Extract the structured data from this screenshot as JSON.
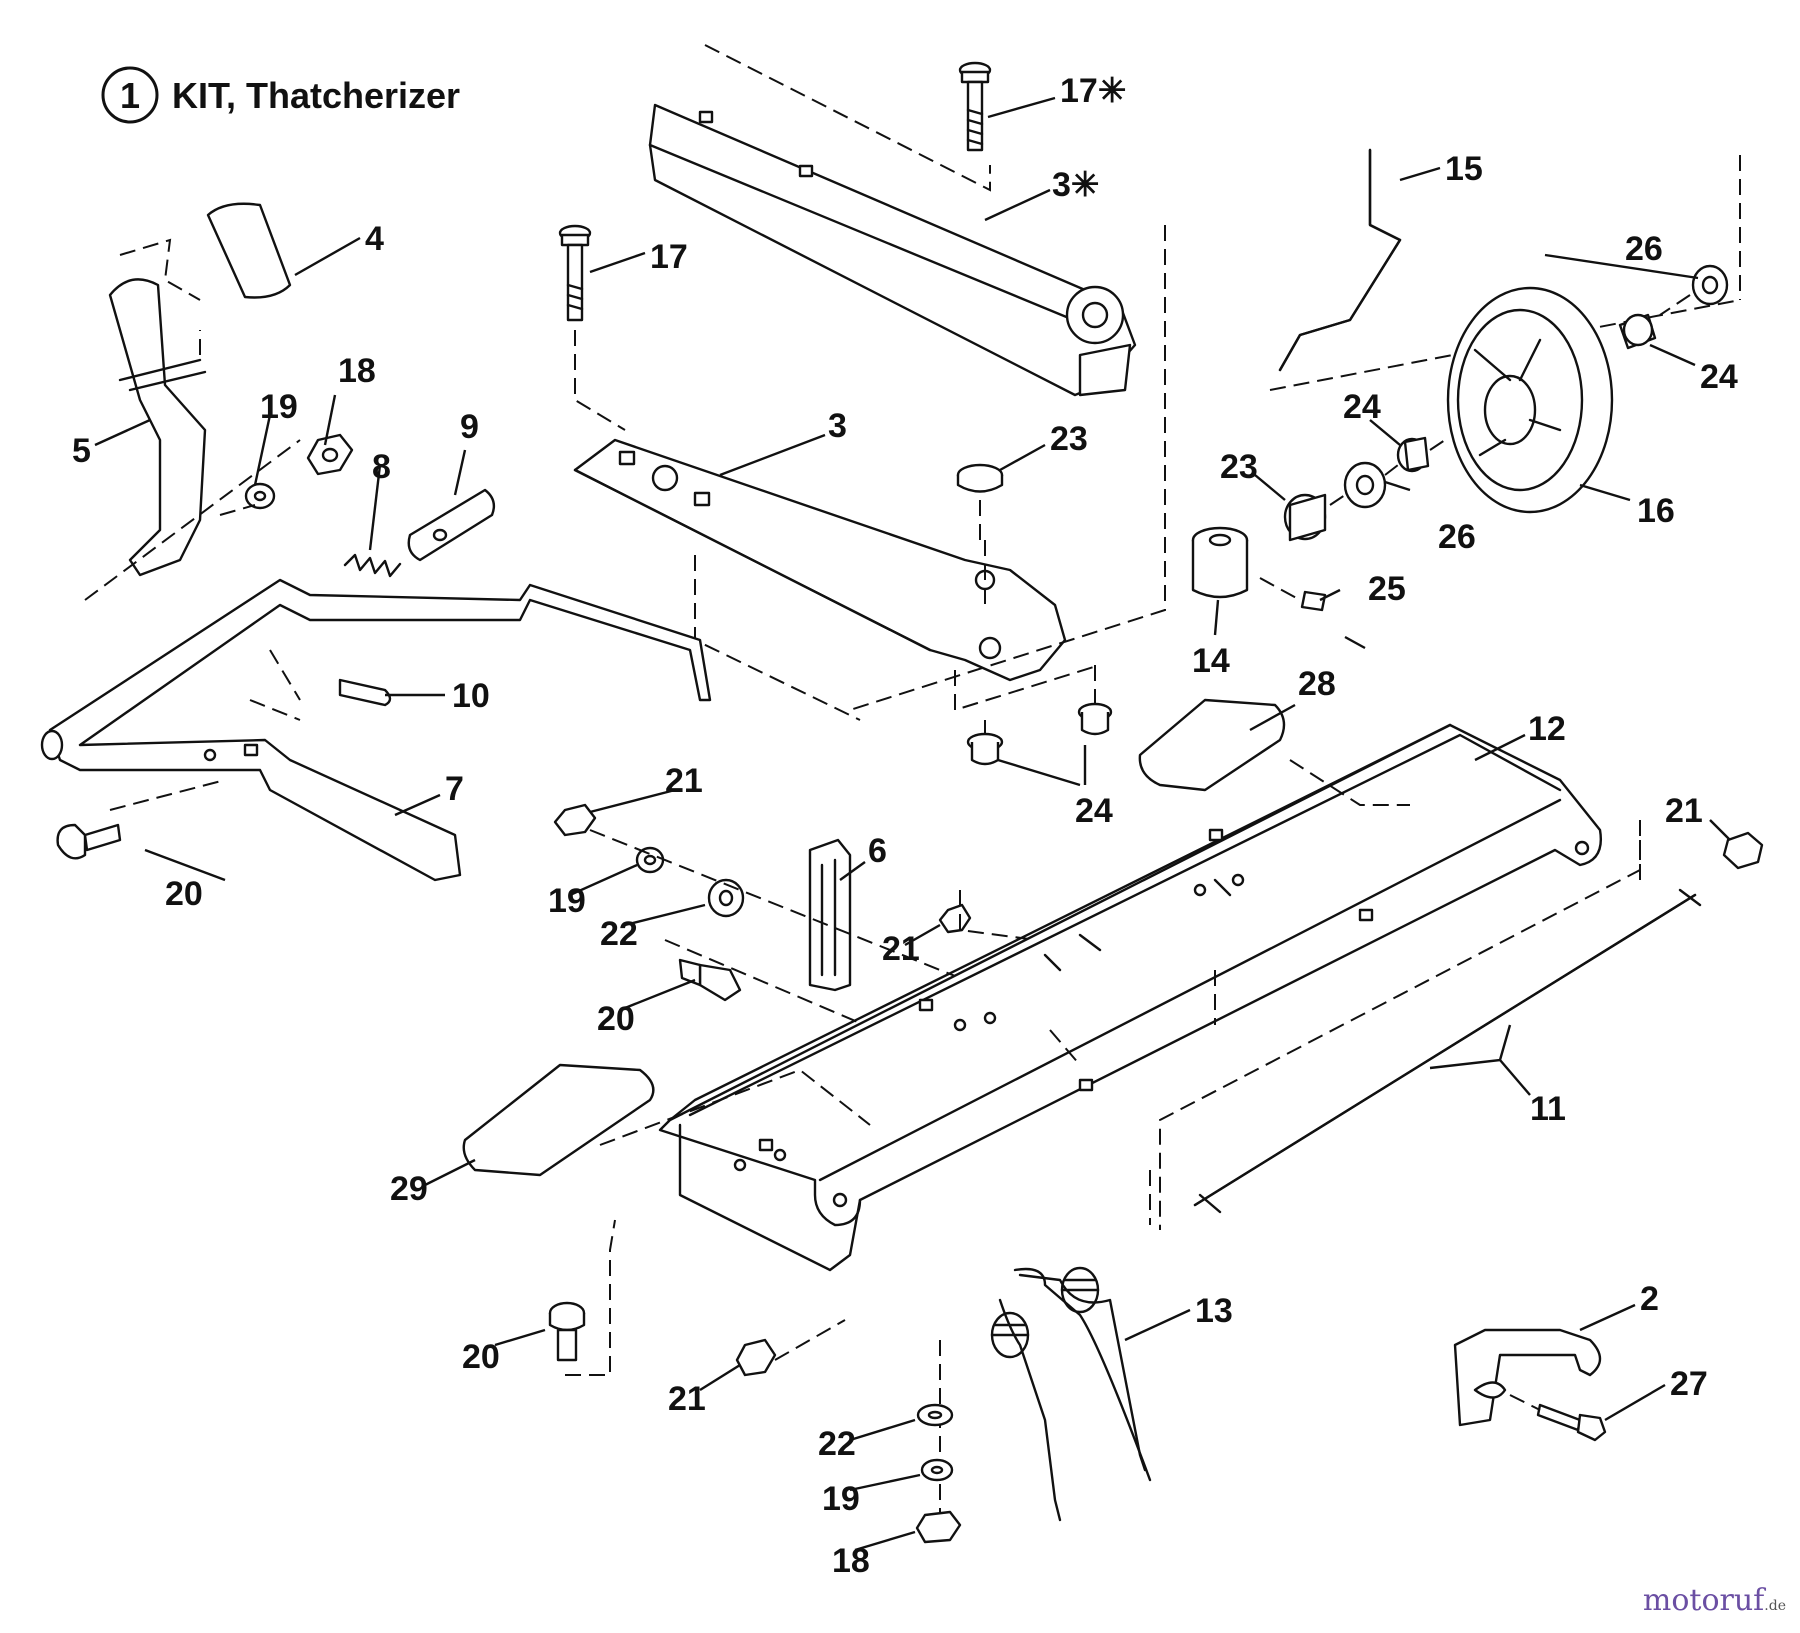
{
  "title": {
    "number": "1",
    "text": "KIT, Thatcherizer"
  },
  "callouts": {
    "c2": "2",
    "c3a": "3",
    "c3b": "3✳",
    "c4": "4",
    "c5": "5",
    "c6": "6",
    "c7": "7",
    "c8": "8",
    "c9": "9",
    "c10": "10",
    "c11": "11",
    "c12": "12",
    "c13": "13",
    "c14": "14",
    "c15": "15",
    "c16": "16",
    "c17a": "17",
    "c17b": "17✳",
    "c18a": "18",
    "c18b": "18",
    "c19a": "19",
    "c19b": "19",
    "c19c": "19",
    "c20a": "20",
    "c20b": "20",
    "c20c": "20",
    "c21a": "21",
    "c21b": "21",
    "c21c": "21",
    "c21d": "21",
    "c22a": "22",
    "c22b": "22",
    "c23a": "23",
    "c23b": "23",
    "c24a": "24",
    "c24b": "24",
    "c24c": "24",
    "c25": "25",
    "c26a": "26",
    "c26b": "26",
    "c27": "27",
    "c28": "28",
    "c29": "29"
  },
  "watermark": {
    "brand": "motoruf",
    "suffix": ".de"
  }
}
